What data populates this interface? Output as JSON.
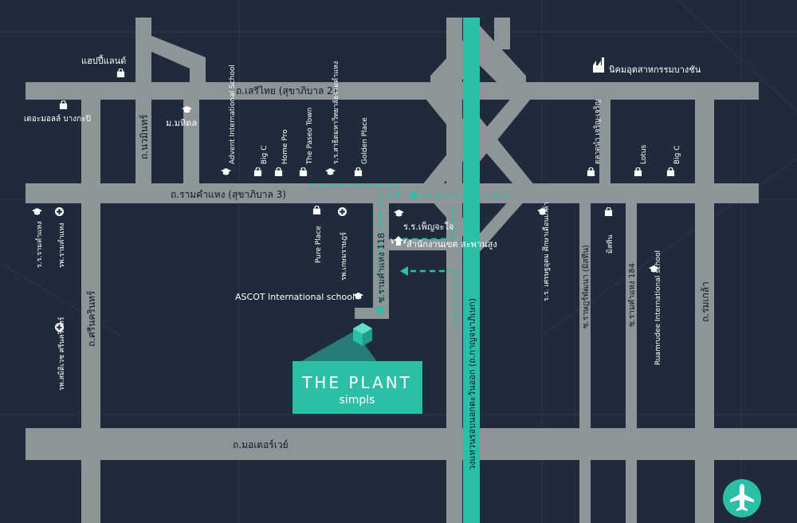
{
  "colors": {
    "background": "#1f2a3a",
    "road": "#8e9599",
    "accent": "#2bbfa7",
    "text": "#ffffff"
  },
  "roads": {
    "seri_thai": "ถ.เสรีไทย (สุขาภิบาล 2)",
    "ramkhamhaeng": "ถ.รามคำแหง (สุขาภิบาล 3)",
    "nawamin": "ถ.นวมินทร์",
    "srinakarin": "ถ.ศรีนครินทร์",
    "motorway": "ถ.มอเตอร์เวย์",
    "ram_118": "ซ.รามคำแหง 118",
    "outer_ring": "วงแหวนรอบนอกตะวันออก (ถ.กาญจนาภิเษก)",
    "rat_phatthana": "ซ.ราษฎร์พัฒนา (มิสทีน)",
    "ram_184": "ซ.รามคำแหง 184",
    "rom_klao": "ถ.ร่มเกล้า"
  },
  "places": {
    "happyland": "แฮปปี้แลนด์",
    "mall_bangkapi": "เดอะมอลล์ บางกะปิ",
    "mahidol": "ม.มหิดล",
    "industrial_estate": "นิคมอุตสาหกรรมบางชัน",
    "advent_school": "Advent International School",
    "big_c_1": "Big C",
    "homepro": "Home Pro",
    "paseo": "The Paseo Town",
    "satit_school": "ร.ร.สาธิตมหาวิทยาลัยรามคำแหง",
    "golden_place": "Golden Place",
    "ram_school": "ร.ร.รามคำแหง",
    "ram_hospital": "รพ.รามคำแหง",
    "pure_place": "Pure Place",
    "kasem_hospital": "รพ.เกษมราษฎร์",
    "phenyakarn_school": "ร.ร.เพ็ญจะใจ",
    "district_office": "สำนักงานเขต สะพานสูง",
    "ascot_school": "ASCOT International school",
    "samitivej_hospital": "รพ.สมิติเวช ศรีนครินทร์",
    "market": "ตลาดนำ เจริญ-เจริญ",
    "lotus": "Lotus",
    "big_c_2": "Big C",
    "school_suan": "ร.ร. เศรษฐอุดม ศึกษาเดือนเกล้า",
    "misstine": "มิสทีน",
    "ruamrudee_school": "Ruamrudee International school"
  },
  "project": {
    "title": "THE PLANT",
    "subtitle": "simpls"
  },
  "icons": {
    "school": "graduation-cap-icon",
    "shopping": "shopping-bag-icon",
    "hospital": "hospital-cross-icon",
    "factory": "factory-icon",
    "government": "government-emblem-icon",
    "airport": "airplane-icon"
  }
}
